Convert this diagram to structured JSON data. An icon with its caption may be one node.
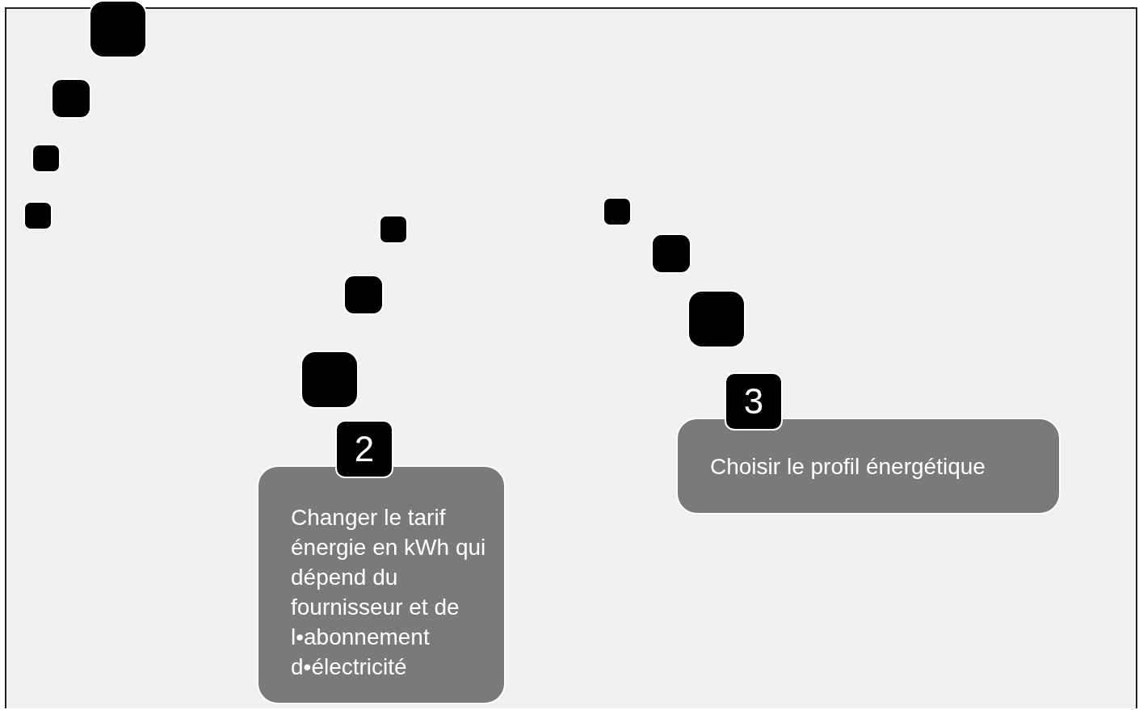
{
  "diagram": {
    "nodes": [
      {
        "text": [],
        "shape": "box"
      },
      {
        "text": [],
        "shape": "box"
      },
      {
        "text": [],
        "shape": "box"
      },
      {
        "text": [],
        "shape": "box"
      },
      {
        "text": [],
        "shape": "box"
      },
      {
        "text": [],
        "shape": "box"
      },
      {
        "text": [],
        "shape": "box"
      },
      {
        "text": [],
        "shape": "box"
      },
      {
        "text": [],
        "shape": "box"
      },
      {
        "text": [],
        "shape": "box"
      },
      {
        "text": [
          "3"
        ]
      },
      {
        "text": [
          "Choisir le profil énergétique"
        ]
      },
      {
        "text": [
          "2"
        ]
      },
      {
        "text": [
          "Changer le tarif énergie en kWh qui dépend du fournisseur et de l•abonnement d•électricité"
        ]
      }
    ]
  }
}
